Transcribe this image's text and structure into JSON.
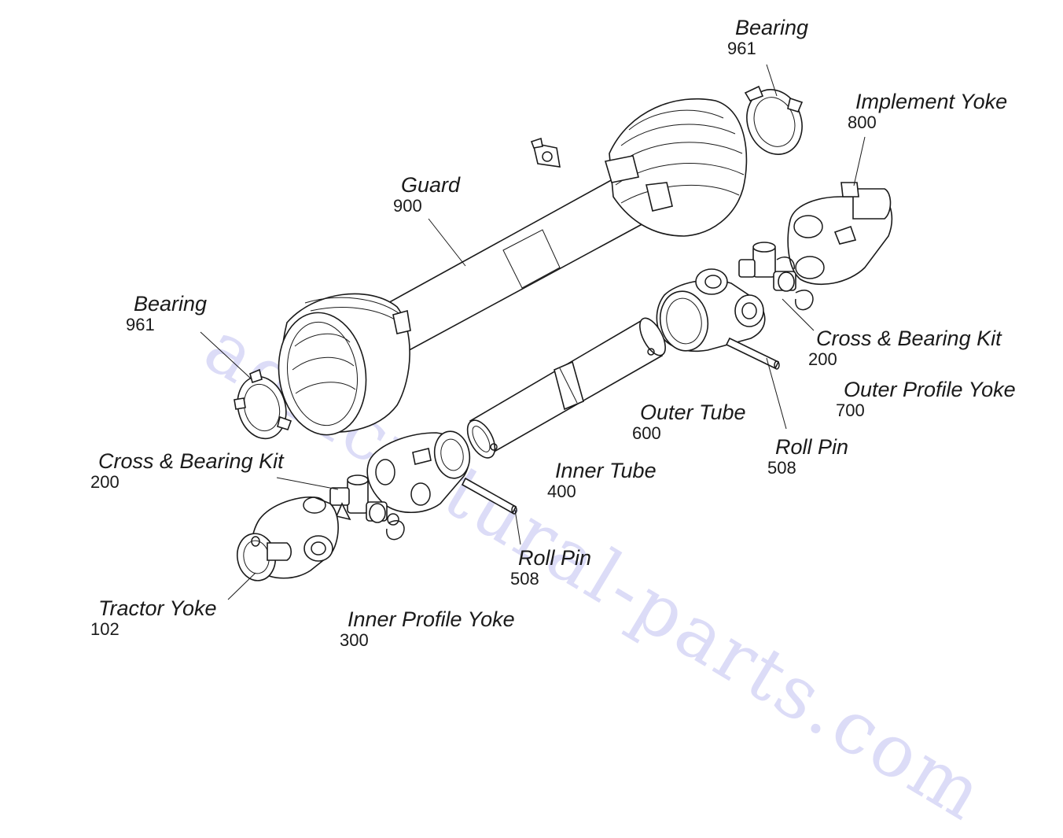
{
  "watermark": "agricultural-parts.com",
  "labels": [
    {
      "id": "bearing-top",
      "name": "Bearing",
      "number": "961"
    },
    {
      "id": "implement-yoke",
      "name": "Implement Yoke",
      "number": "800"
    },
    {
      "id": "guard",
      "name": "Guard",
      "number": "900"
    },
    {
      "id": "bearing-left",
      "name": "Bearing",
      "number": "961"
    },
    {
      "id": "cross-bearing-kit-right",
      "name": "Cross & Bearing Kit",
      "number": "200"
    },
    {
      "id": "outer-profile-yoke",
      "name": "Outer Profile Yoke",
      "number": "700"
    },
    {
      "id": "outer-tube",
      "name": "Outer Tube",
      "number": "600"
    },
    {
      "id": "roll-pin-right",
      "name": "Roll Pin",
      "number": "508"
    },
    {
      "id": "cross-bearing-kit-left",
      "name": "Cross & Bearing Kit",
      "number": "200"
    },
    {
      "id": "inner-tube",
      "name": "Inner Tube",
      "number": "400"
    },
    {
      "id": "roll-pin-left",
      "name": "Roll Pin",
      "number": "508"
    },
    {
      "id": "tractor-yoke",
      "name": "Tractor Yoke",
      "number": "102"
    },
    {
      "id": "inner-profile-yoke",
      "name": "Inner Profile Yoke",
      "number": "300"
    }
  ]
}
